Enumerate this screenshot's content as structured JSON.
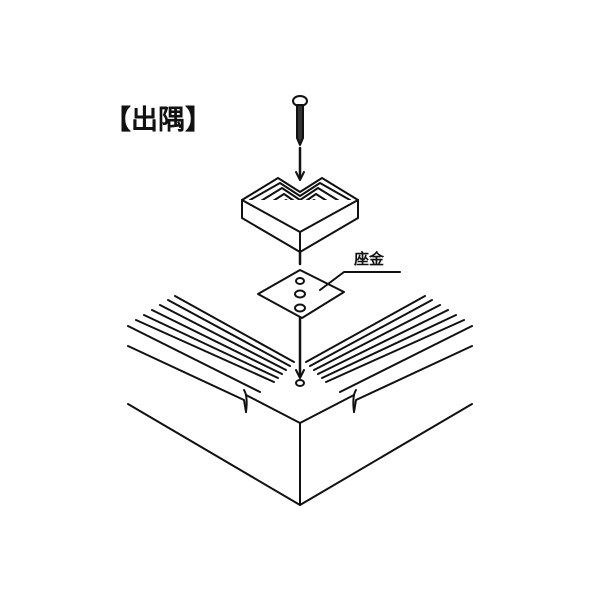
{
  "title": "【出隅】",
  "labels": {
    "washer": "座金"
  },
  "parts": [
    {
      "name": "screw",
      "icon": "screw-icon"
    },
    {
      "name": "corner-cap",
      "icon": "corner-cap-icon"
    },
    {
      "name": "washer",
      "icon": "washer-icon"
    },
    {
      "name": "stair-nosing-corner",
      "icon": "step-corner-icon"
    }
  ],
  "colors": {
    "line": "#111111",
    "background": "#ffffff"
  }
}
